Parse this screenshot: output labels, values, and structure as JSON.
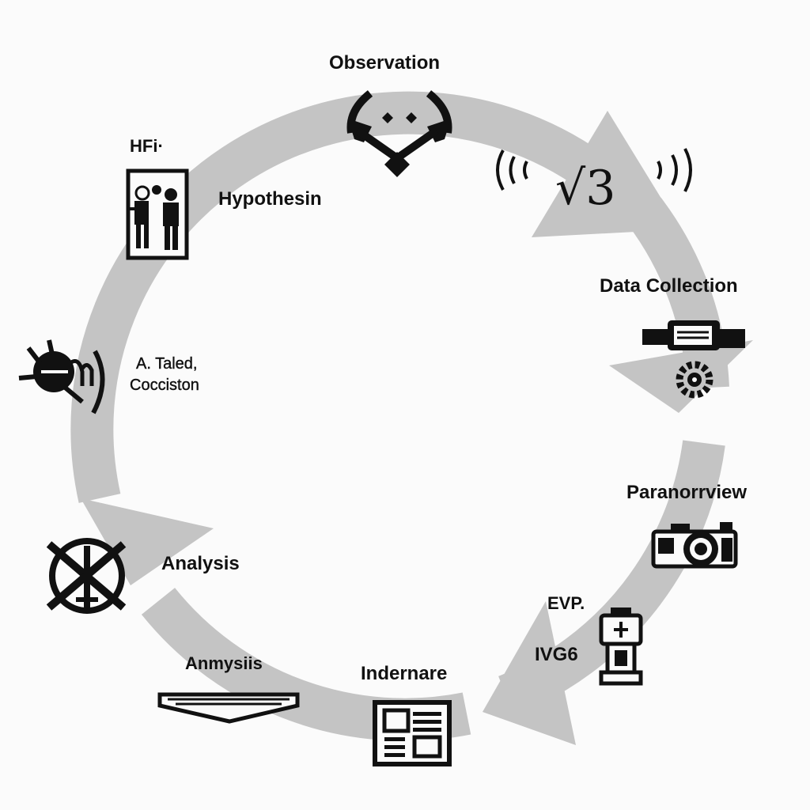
{
  "colors": {
    "ring": "#c4c4c4",
    "ink": "#111111",
    "background": "#fbfbfb"
  },
  "stages": [
    {
      "label": "Observation",
      "icon": "observation-arrows-icon"
    },
    {
      "label": "Data  Collection",
      "icon": "sensor-device-icon"
    },
    {
      "label": "Paranorrview",
      "icon": "camera-icon"
    },
    {
      "label": "Indernare",
      "icon": "document-icon"
    },
    {
      "label": "Anmysiis",
      "icon": "book-icon"
    },
    {
      "label": "Analysis",
      "icon": "crossed-circle-icon"
    },
    {
      "label": "Hypothesin",
      "icon": "people-frame-icon"
    }
  ],
  "extras": {
    "hfi": "HFi·",
    "taled": "A. Taled,",
    "cocciston": "Cocciston",
    "evp": "EVP.",
    "ivg6": "IVG6",
    "sound_glyph": "√3"
  }
}
